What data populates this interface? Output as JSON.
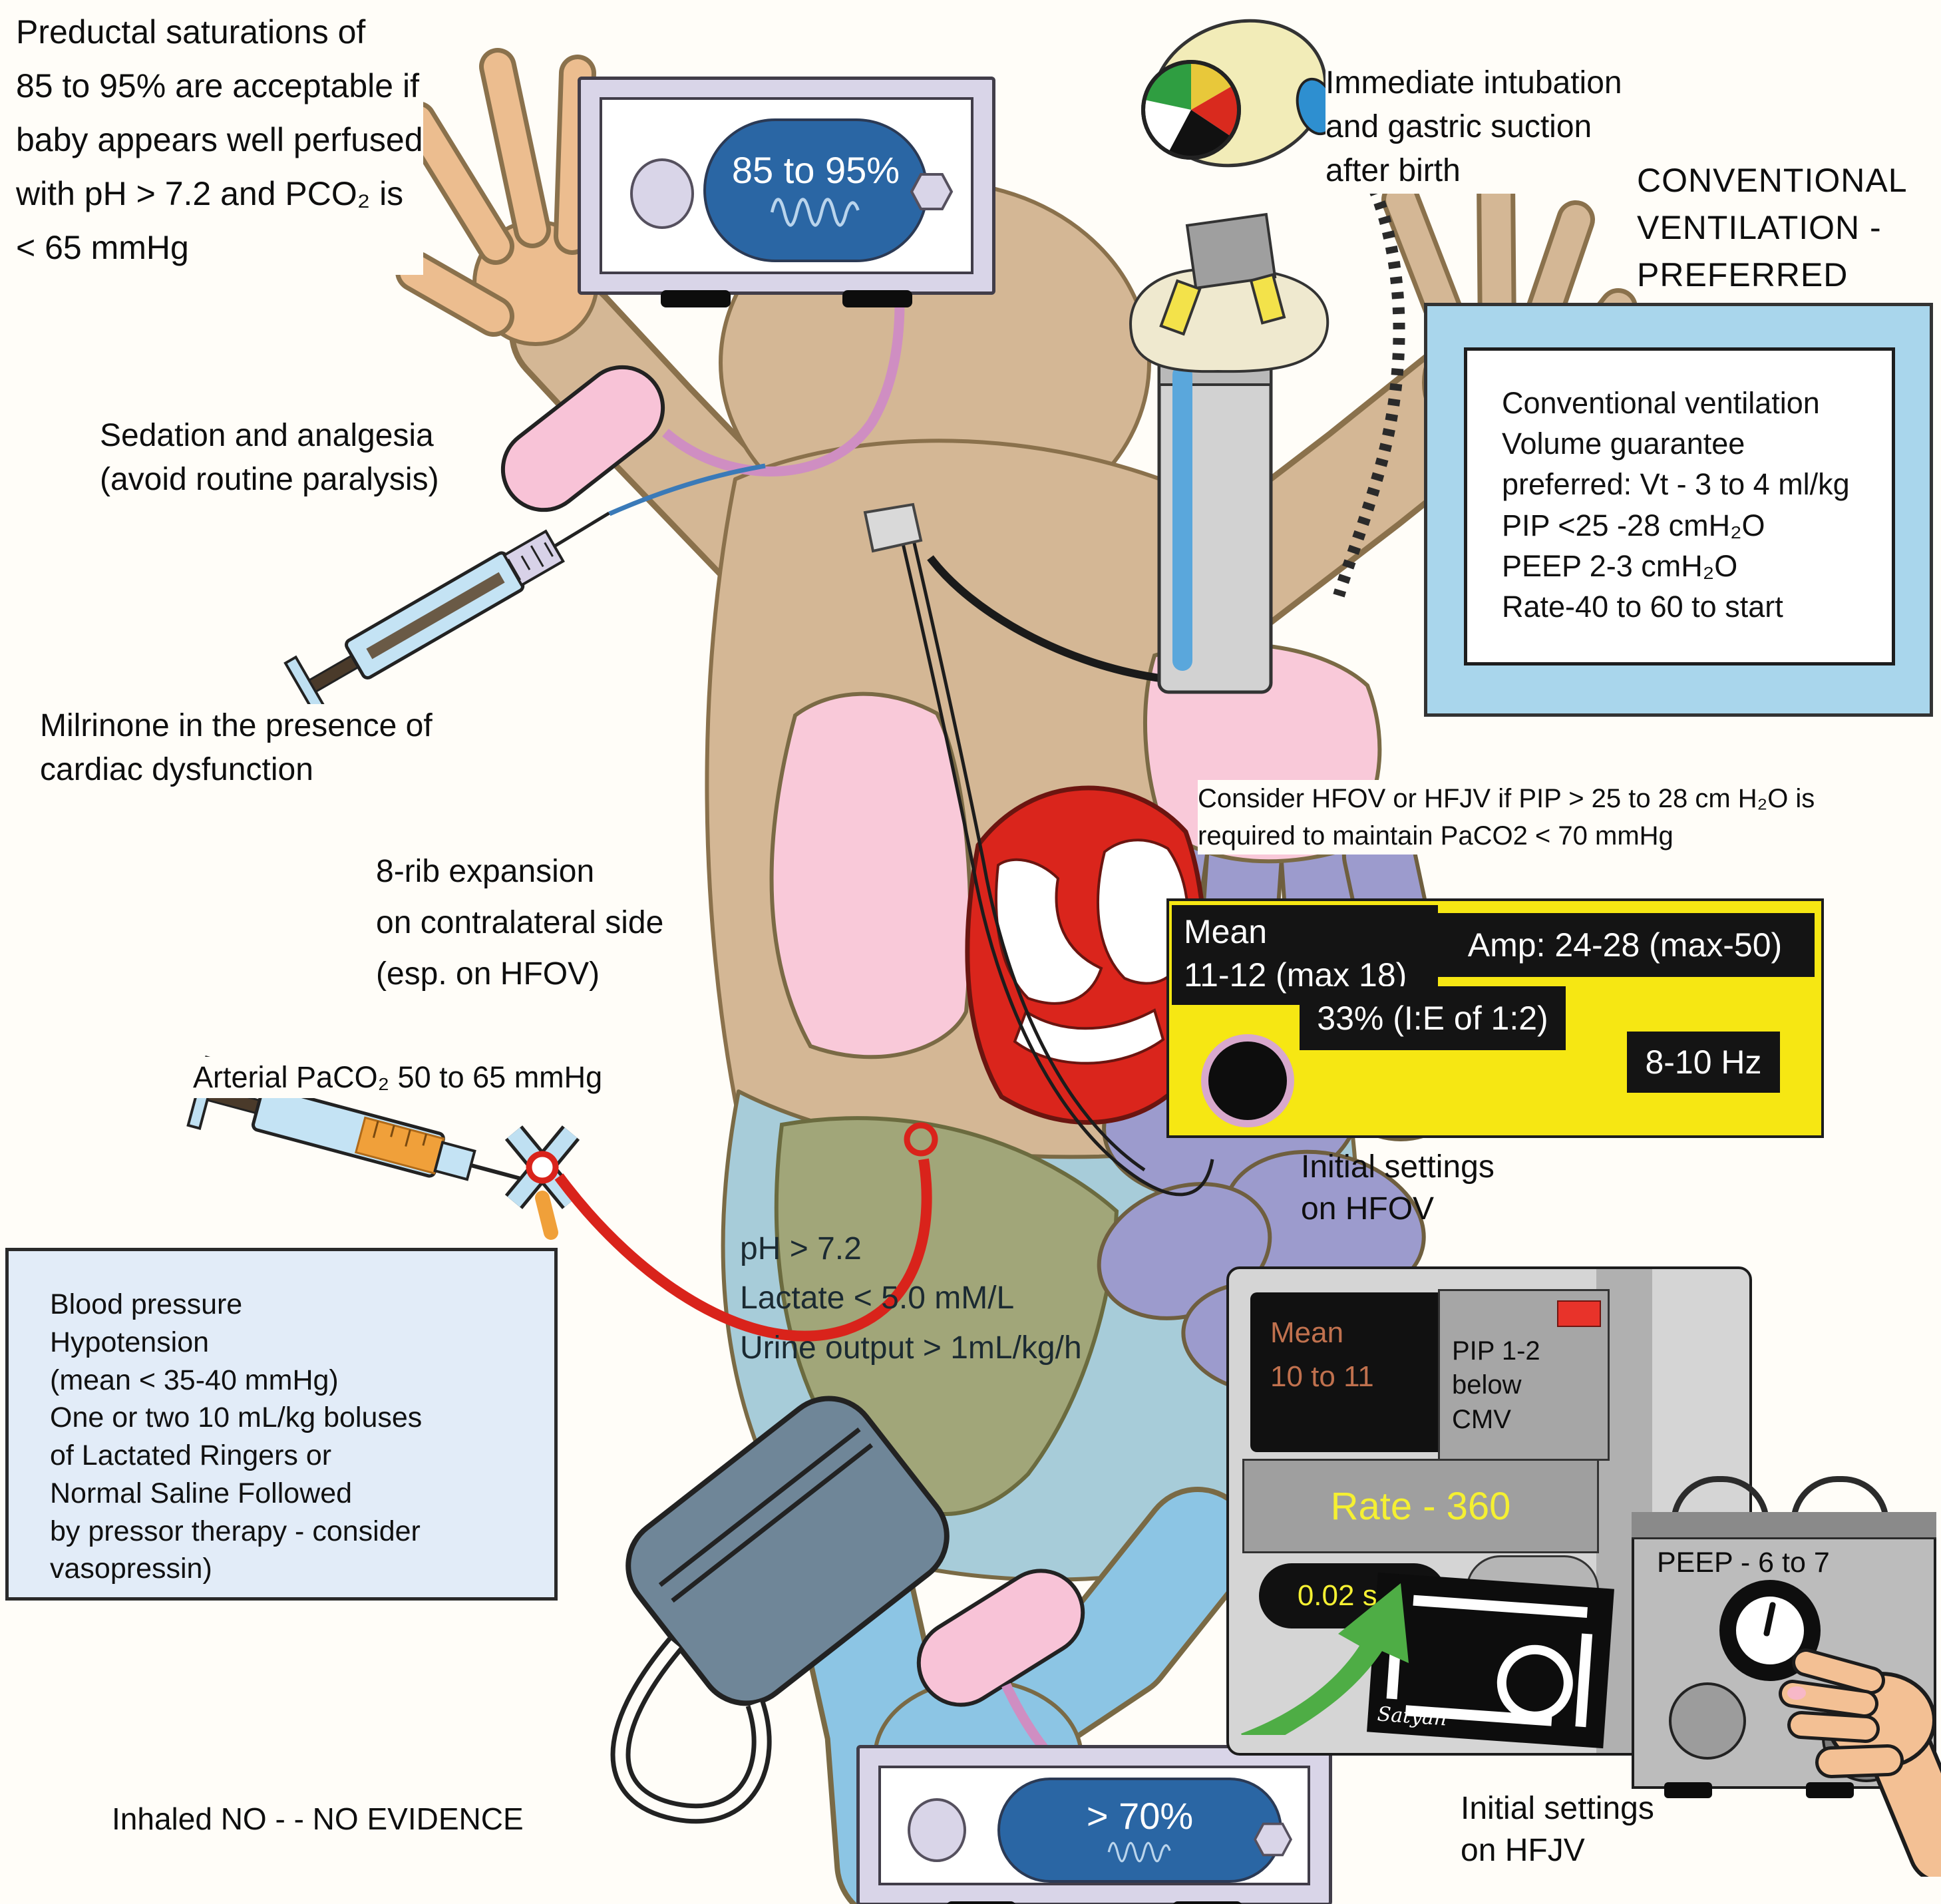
{
  "figure": {
    "subject": "Management of ventilation in a newborn (CDH) – annotated illustration",
    "signature": "Satyan"
  },
  "notes": {
    "preductal": "Preductal saturations of\n85 to 95% are acceptable if\nbaby appears well perfused\nwith pH > 7.2 and PCO₂ is\n< 65 mmHg",
    "sedation": "Sedation and analgesia\n(avoid routine paralysis)",
    "milrinone": "Milrinone in the presence of\ncardiac dysfunction",
    "rib_expansion": "8-rib expansion\non contralateral side\n(esp. on HFOV)",
    "arterial_paco2": "Arterial PaCO₂ 50 to 65 mmHg",
    "targets": "pH > 7.2\nLactate < 5.0 mM/L\nUrine output > 1mL/kg/h",
    "consider_hfov": "Consider HFOV or HFJV if PIP > 25 to 28 cm H₂O is\nrequired to maintain PaCO2 < 70 mmHg",
    "intubation": "Immediate intubation\nand gastric suction\nafter birth",
    "conventional_preferred": "CONVENTIONAL\nVENTILATION -\nPREFERRED",
    "inhaled_no": "Inhaled NO - - NO EVIDENCE"
  },
  "blood_pressure_box": {
    "text": "Blood pressure\nHypotension\n(mean < 35-40 mmHg)\nOne or two 10 mL/kg boluses\nof Lactated Ringers or\nNormal Saline Followed\nby pressor therapy - consider\nvasopressin)"
  },
  "cv_box": {
    "text": "Conventional ventilation\nVolume guarantee\npreferred: Vt - 3 to 4 ml/kg\nPIP <25 -28 cmH₂O\nPEEP 2-3 cmH₂O\nRate-40 to 60 to start"
  },
  "monitors": {
    "preductal_spo2": "85 to 95%",
    "postductal_spo2": "> 70%"
  },
  "hfov": {
    "mean": "Mean\n11-12 (max 18)",
    "amplitude": "Amp: 24-28 (max-50)",
    "inspiratory_time": "33% (I:E of 1:2)",
    "frequency": "8-10 Hz",
    "caption": "Initial settings\non HFOV"
  },
  "hfjv": {
    "mean": "Mean\n10 to 11",
    "pip": "PIP 1-2\nbelow\nCMV",
    "rate": "Rate - 360",
    "i_time": "0.02 sec",
    "peep": "PEEP - 6 to 7",
    "caption": "Initial settings\non HFJV"
  },
  "colors": {
    "monitor_display_blue": "#2a66a4",
    "hfov_panel_yellow": "#f6e713",
    "heart_red": "#da251c",
    "skin_tan": "#d4b795",
    "body_blue": "#a7ccd9",
    "green_arrow": "#4ead45",
    "pink_band": "#f8c3d7",
    "alert_red_led": "#e8332a"
  }
}
